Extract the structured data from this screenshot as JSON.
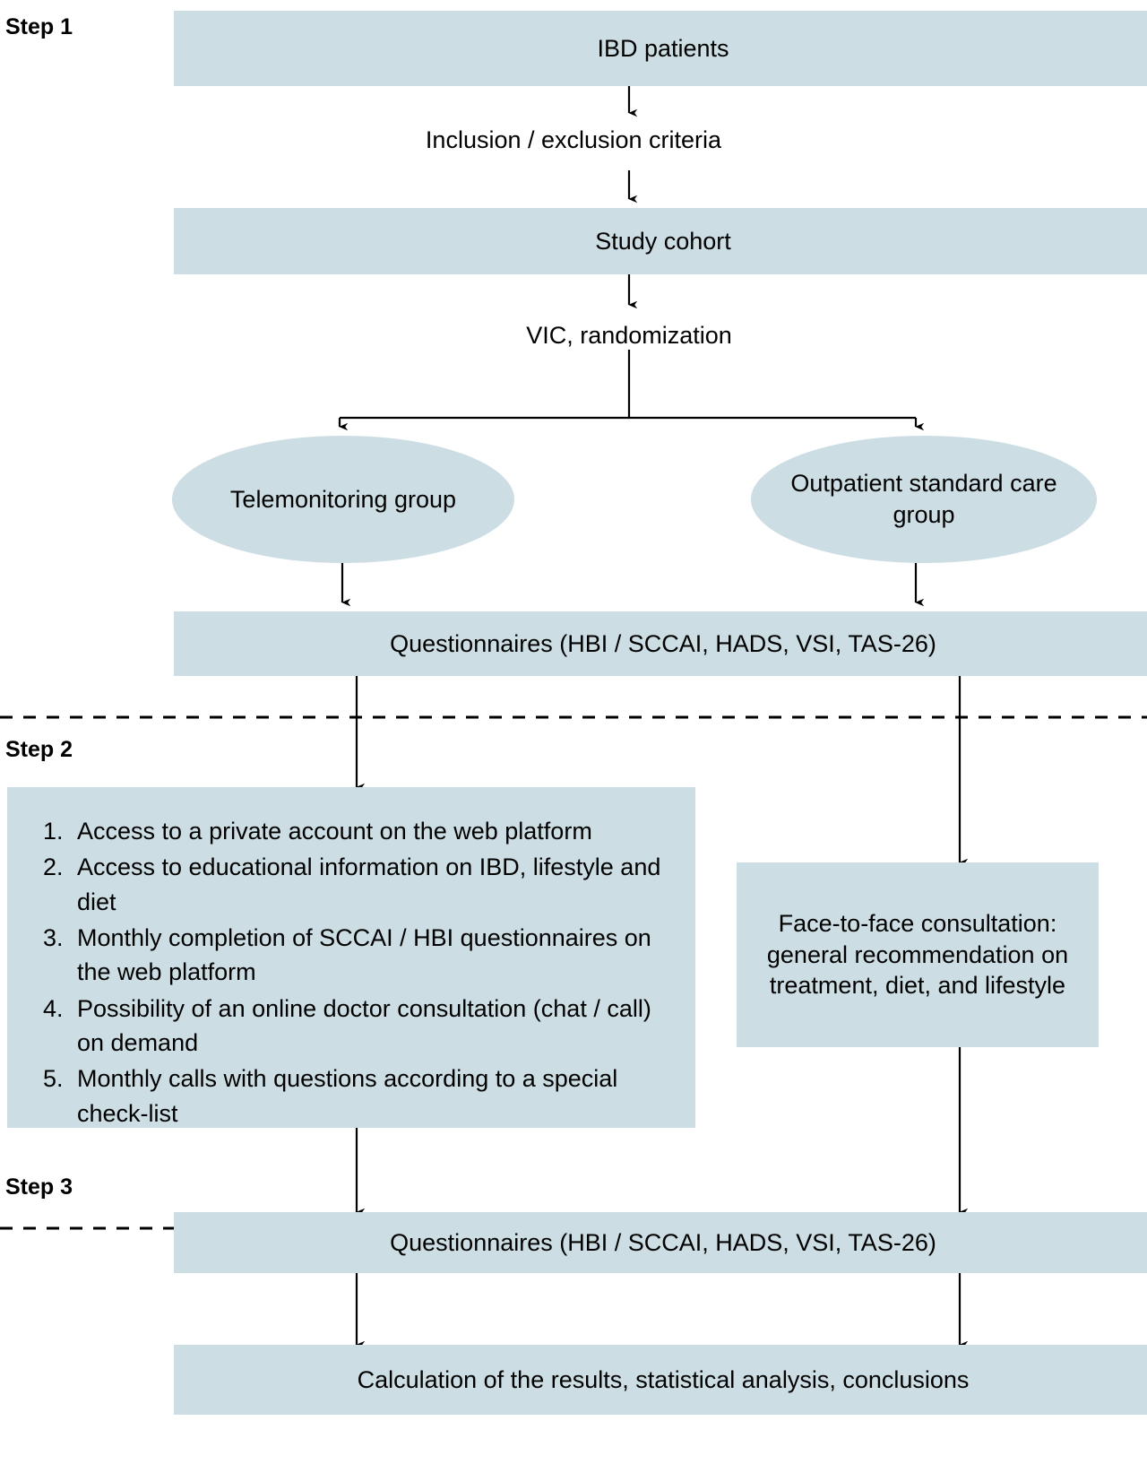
{
  "diagram": {
    "title": "IBD telemonitoring study flowchart",
    "accent_fill": "#ccdee4",
    "line_color": "#000000",
    "background": "#ffffff"
  },
  "steps": [
    {
      "id": "step1",
      "label": "Step 1"
    },
    {
      "id": "step2",
      "label": "Step 2"
    },
    {
      "id": "step3",
      "label": "Step 3"
    }
  ],
  "nodes": {
    "ibd_patients": "IBD patients",
    "inclusion_criteria": "Inclusion / exclusion criteria",
    "study_cohort": "Study cohort",
    "vic_randomization": "VIC, randomization",
    "telemonitoring_group": "Telemonitoring group",
    "outpatient_group": "Outpatient standard care group",
    "questionnaires_step1": "Questionnaires  (HBI / SCCAI, HADS, VSI, TAS-26)",
    "face_to_face": "Face-to-face consultation: general recommendation on treatment, diet, and lifestyle",
    "questionnaires_step3": "Questionnaires (HBI / SCCAI, HADS, VSI, TAS-26)",
    "calculation": "Calculation of the results, statistical analysis, conclusions"
  },
  "telemonitoring_items": [
    "Access to a private account on the web platform",
    "Access to educational information on IBD, lifestyle and diet",
    "Monthly completion of SCCAI / HBI questionnaires on the web platform",
    "Possibility of an online doctor consultation (chat / call) on demand",
    "Monthly calls with questions according to a special check-list"
  ]
}
